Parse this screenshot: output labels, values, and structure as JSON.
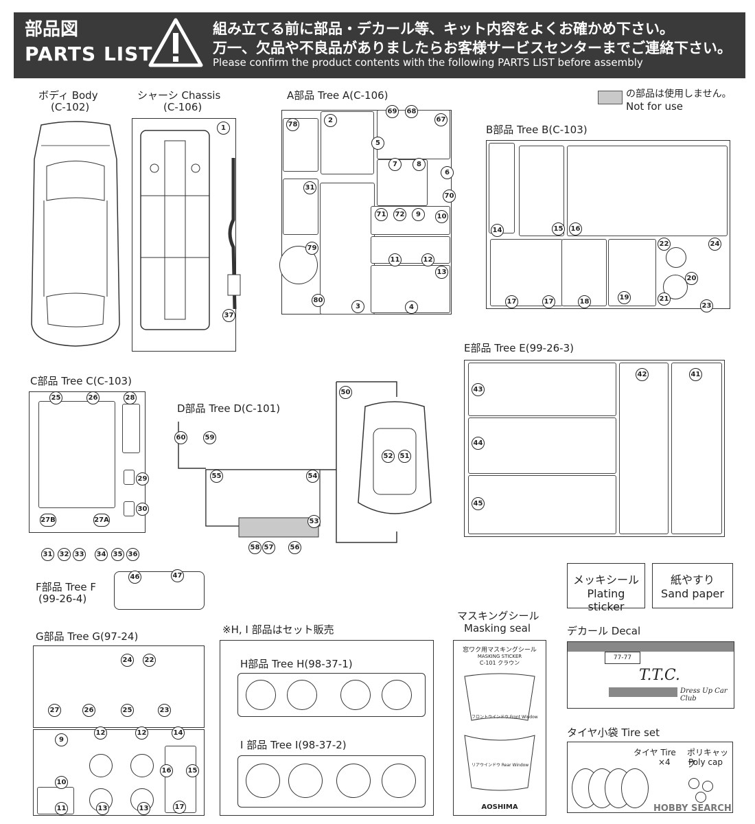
{
  "header": {
    "title_jp": "部品図",
    "title_en": "PARTS LIST",
    "line1": "組み立てる前に部品・デカール等、キット内容をよくお確かめ下さい。",
    "line2": "万一、欠品や不良品がありましたらお客様サービスセンターまでご連絡下さい。",
    "line3": "Please confirm the product contents with the following PARTS LIST before assembly",
    "warning_icon": "exclamation-triangle-icon"
  },
  "legend": {
    "jp": "の部品は使用しません。",
    "en": "Not for use",
    "color": "#c9c9c9"
  },
  "body": {
    "name": "ボディ Body",
    "code": "(C-102)"
  },
  "chassis": {
    "name": "シャーシ Chassis",
    "code": "(C-106)",
    "nums": [
      "1",
      "37"
    ]
  },
  "tree_a": {
    "name": "A部品 Tree A(C-106)",
    "nums": [
      "78",
      "2",
      "69",
      "68",
      "67",
      "5",
      "7",
      "8",
      "6",
      "31",
      "70",
      "71",
      "72",
      "9",
      "10",
      "11",
      "12",
      "13",
      "79",
      "80",
      "3",
      "4"
    ]
  },
  "tree_b": {
    "name": "B部品 Tree B(C-103)",
    "nums": [
      "14",
      "15",
      "16",
      "17",
      "17",
      "18",
      "19",
      "22",
      "24",
      "20",
      "21",
      "23"
    ]
  },
  "tree_c": {
    "name": "C部品 Tree C(C-103)",
    "nums": [
      "25",
      "26",
      "28",
      "29",
      "30",
      "27B",
      "27A",
      "31",
      "32",
      "33",
      "34",
      "35",
      "36"
    ]
  },
  "tree_d": {
    "name": "D部品 Tree D(C-101)",
    "nums": [
      "50",
      "60",
      "59",
      "55",
      "54",
      "53",
      "58",
      "57",
      "56",
      "52",
      "51"
    ]
  },
  "tree_e": {
    "name": "E部品 Tree E(99-26-3)",
    "nums": [
      "43",
      "44",
      "45",
      "42",
      "41"
    ]
  },
  "tree_f": {
    "name": "F部品 Tree F",
    "code": "(99-26-4)",
    "nums": [
      "46",
      "47"
    ]
  },
  "tree_g": {
    "name": "G部品 Tree G(97-24)",
    "nums": [
      "24",
      "22",
      "27",
      "26",
      "25",
      "23",
      "9",
      "12",
      "12",
      "14",
      "10",
      "16",
      "15",
      "11",
      "13",
      "13",
      "17"
    ]
  },
  "set_note": "※H, I 部品はセット販売",
  "tree_h": {
    "name": "H部品 Tree H(98-37-1)"
  },
  "tree_i": {
    "name": "I 部品 Tree I(98-37-2)"
  },
  "plating": {
    "jp": "メッキシール",
    "en": "Plating sticker"
  },
  "sandpaper": {
    "jp": "紙やすり",
    "en": "Sand paper"
  },
  "masking": {
    "jp": "マスキングシール",
    "en": "Masking seal",
    "sheet_title": "窓ワク用マスキングシール",
    "sheet_sub": "MASKING STICKER",
    "sheet_code": "C-101 クラウン",
    "front": "フロントウインドウ Front Window",
    "rear": "リアウインドウ Rear Window",
    "brand": "AOSHIMA"
  },
  "decal": {
    "name": "デカール Decal",
    "club": "T.T.C.",
    "script": "Dress Up Car Club",
    "plate": "77-77"
  },
  "tire_set": {
    "name": "タイヤ小袋 Tire set",
    "tire": "タイヤ Tire",
    "tire_qty": "×4",
    "polycap_jp": "ポリキャップ",
    "polycap_en": "Poly cap"
  },
  "watermark": "HOBBY SEARCH"
}
